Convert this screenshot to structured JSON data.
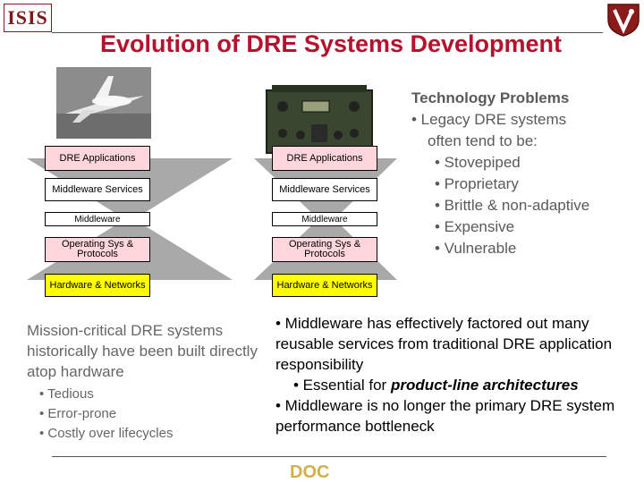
{
  "header": {
    "logo_left_text": "ISIS",
    "title": "Evolution of DRE Systems Development"
  },
  "stack": {
    "app": "DRE Applications",
    "middleware_services": "Middleware Services",
    "middleware": "Middleware",
    "os": "Operating Sys & Protocols",
    "hardware": "Hardware & Networks"
  },
  "tech": {
    "heading": "Technology Problems",
    "intro_bullet": "• Legacy DRE systems",
    "intro_cont": "often tend to be:",
    "items": [
      "• Stovepiped",
      "• Proprietary",
      "• Brittle & non-adaptive",
      "• Expensive",
      "• Vulnerable"
    ]
  },
  "left": {
    "paragraph": "Mission-critical DRE systems historically have been built directly atop hardware",
    "bullets": [
      "• Tedious",
      "• Error-prone",
      "• Costly over lifecycles"
    ]
  },
  "right": {
    "bullet1": "• Middleware has effectively factored out many reusable services from traditional DRE application responsibility",
    "sub_prefix": "• Essential for ",
    "sub_emphasis": "product-line architectures",
    "bullet2": "• Middleware is no longer the primary DRE system performance bottleneck"
  },
  "footer": {
    "logo_text": "DOC"
  },
  "colors": {
    "title": "#b5122d",
    "app_layer": "#ffd6dc",
    "hardware_layer": "#ffff00",
    "bowtie": "#a9a9a9"
  }
}
